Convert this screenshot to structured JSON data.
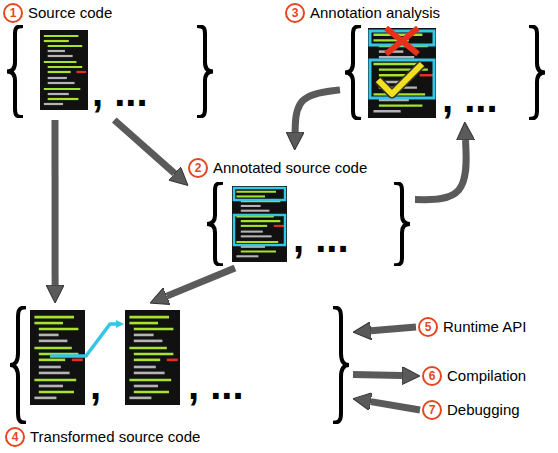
{
  "diagram": {
    "nodes": [
      {
        "text": [
          "1",
          "Source code"
        ]
      },
      {
        "text": [
          "2",
          "Annotated source code"
        ]
      },
      {
        "text": [
          "3",
          "Annotation analysis"
        ]
      },
      {
        "text": [
          "4",
          "Transformed source code"
        ]
      },
      {
        "text": [
          "5",
          "Runtime API"
        ]
      },
      {
        "text": [
          "6",
          "Compilation"
        ]
      },
      {
        "text": [
          "7",
          "Debugging"
        ]
      }
    ],
    "edges": [
      {
        "from": 0,
        "to": 3,
        "arrow": "to"
      },
      {
        "from": 0,
        "to": 1,
        "arrow": "to"
      },
      {
        "from": 1,
        "to": 3,
        "arrow": "to"
      },
      {
        "from": 1,
        "to": 2,
        "arrow": "to"
      },
      {
        "from": 2,
        "to": 1,
        "arrow": "to"
      },
      {
        "from": 4,
        "to": 3,
        "arrow": "to"
      },
      {
        "from": 3,
        "to": 5,
        "arrow": "to"
      },
      {
        "from": 6,
        "to": 3,
        "arrow": "to"
      }
    ],
    "labels": [
      ", ...",
      ", ...",
      ", ...",
      ",",
      ", ..."
    ]
  }
}
